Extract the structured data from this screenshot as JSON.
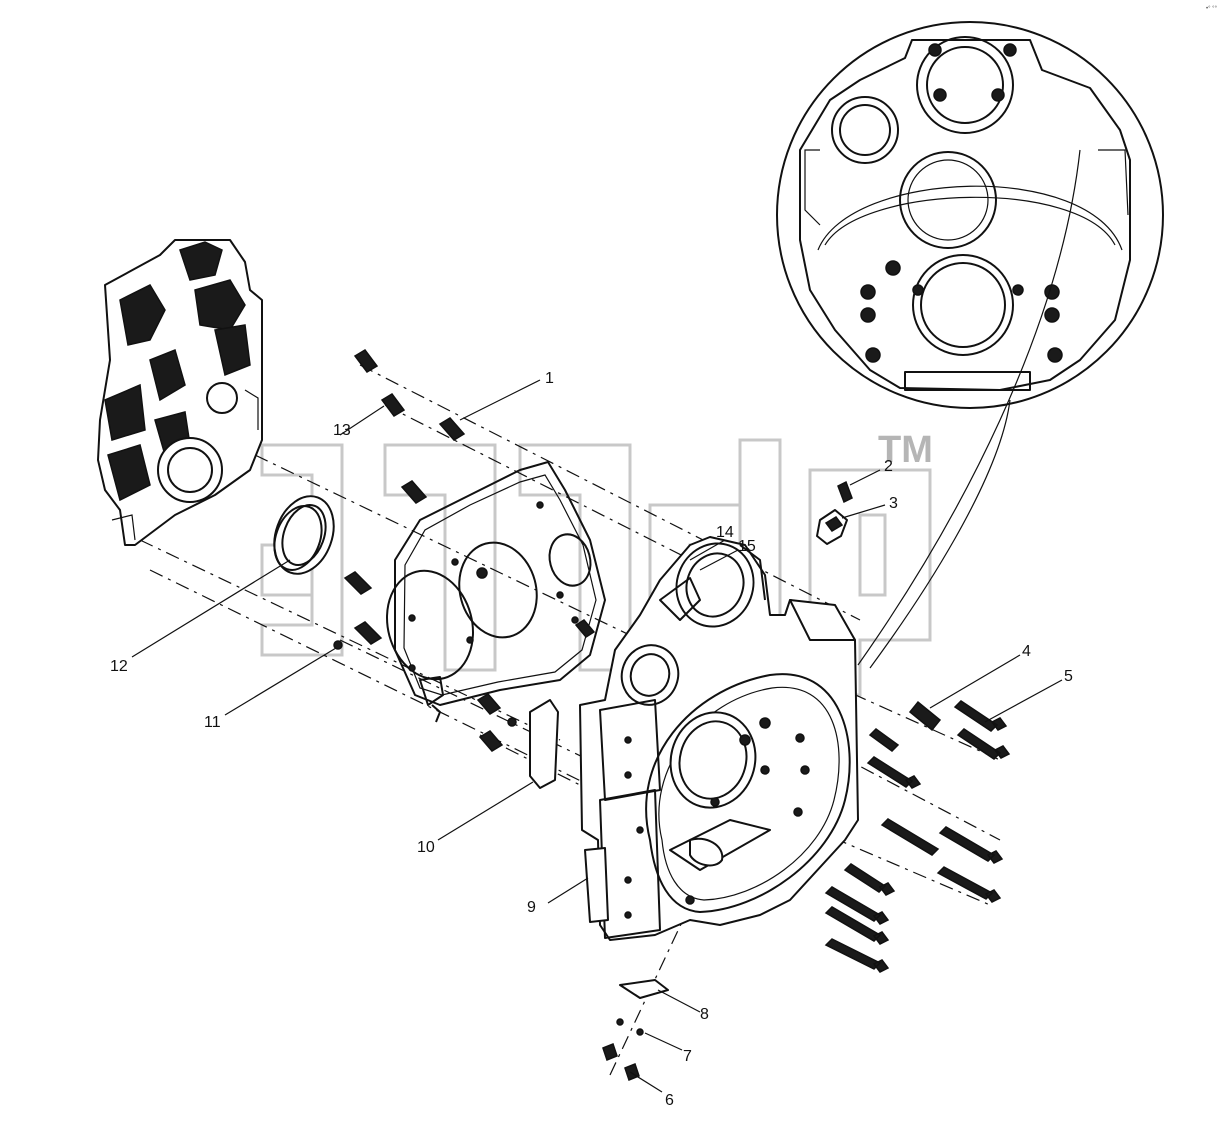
{
  "callouts": [
    {
      "id": "1",
      "label": "1"
    },
    {
      "id": "2",
      "label": "2"
    },
    {
      "id": "3",
      "label": "3"
    },
    {
      "id": "4",
      "label": "4"
    },
    {
      "id": "5",
      "label": "5"
    },
    {
      "id": "6",
      "label": "6"
    },
    {
      "id": "7",
      "label": "7"
    },
    {
      "id": "8",
      "label": "8"
    },
    {
      "id": "9",
      "label": "9"
    },
    {
      "id": "10",
      "label": "10"
    },
    {
      "id": "11",
      "label": "11"
    },
    {
      "id": "12",
      "label": "12"
    },
    {
      "id": "13",
      "label": "13"
    },
    {
      "id": "14",
      "label": "14"
    },
    {
      "id": "15",
      "label": "15"
    }
  ],
  "watermark": {
    "trademark": "TM"
  },
  "corner_mark": "•° °°"
}
